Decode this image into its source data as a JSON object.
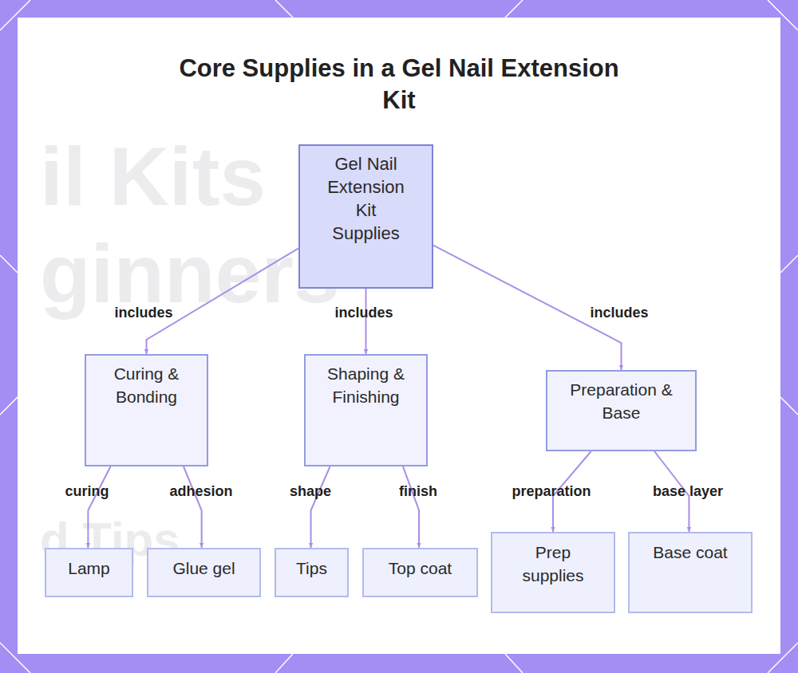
{
  "diagram": {
    "title": "Core Supplies in a Gel Nail Extension Kit",
    "nodes": [
      {
        "text": [
          "Gel Nail Extension Kit Supplies"
        ]
      },
      {
        "text": [
          "Curing & Bonding"
        ]
      },
      {
        "text": [
          "Shaping & Finishing"
        ]
      },
      {
        "text": [
          "Preparation & Base"
        ]
      },
      {
        "text": [
          "Lamp"
        ]
      },
      {
        "text": [
          "Glue gel"
        ]
      },
      {
        "text": [
          "Tips"
        ]
      },
      {
        "text": [
          "Top coat"
        ]
      },
      {
        "text": [
          "Prep supplies"
        ]
      },
      {
        "text": [
          "Base coat"
        ]
      }
    ],
    "edges": [
      {
        "from": 0,
        "to": 1,
        "label": "includes",
        "arrow": "to"
      },
      {
        "from": 0,
        "to": 2,
        "label": "includes",
        "arrow": "to"
      },
      {
        "from": 0,
        "to": 3,
        "label": "includes",
        "arrow": "to"
      },
      {
        "from": 1,
        "to": 4,
        "label": "curing",
        "arrow": "to"
      },
      {
        "from": 1,
        "to": 5,
        "label": "adhesion",
        "arrow": "to"
      },
      {
        "from": 2,
        "to": 6,
        "label": "shape",
        "arrow": "to"
      },
      {
        "from": 2,
        "to": 7,
        "label": "finish",
        "arrow": "to"
      },
      {
        "from": 3,
        "to": 8,
        "label": "preparation",
        "arrow": "to"
      },
      {
        "from": 3,
        "to": 9,
        "label": "base layer",
        "arrow": "to"
      }
    ],
    "labels": [
      "il Kits",
      "ginners",
      "d Tips"
    ]
  }
}
